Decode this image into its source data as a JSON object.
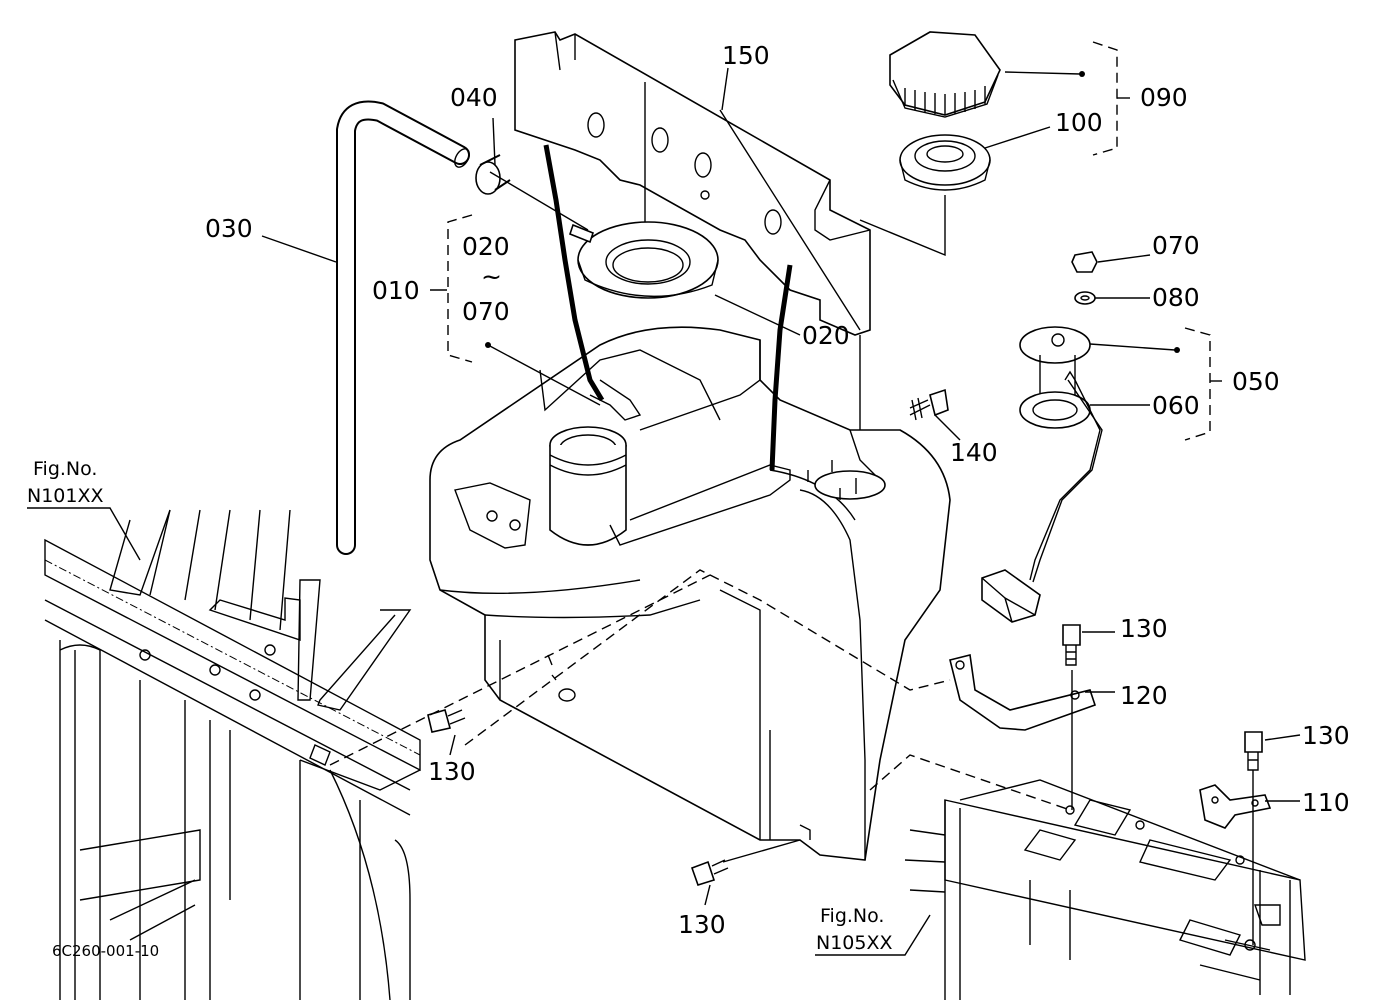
{
  "diagram": {
    "labels": {
      "p150": "150",
      "p040": "040",
      "p090": "090",
      "p100": "100",
      "p030": "030",
      "p020a": "020",
      "p_tilde": "~",
      "p010": "010",
      "p070a": "070",
      "p070b": "070",
      "p080": "080",
      "p020b": "020",
      "p050": "050",
      "p060": "060",
      "p140": "140",
      "p130a": "130",
      "p120": "120",
      "p130b": "130",
      "p130c": "130",
      "p110": "110",
      "p130d": "130"
    },
    "references": {
      "fig_left_1": "Fig.No.",
      "fig_left_2": "N101XX",
      "fig_right_1": "Fig.No.",
      "fig_right_2": "N105XX"
    },
    "drawing_code": "6C260-001-10"
  }
}
